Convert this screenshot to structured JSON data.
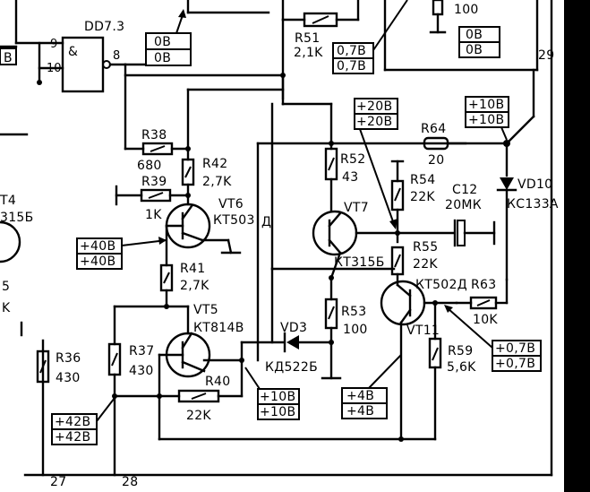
{
  "labels": {
    "dd73": "DD7.3",
    "amp": "&",
    "pin9": "9",
    "pin10": "10",
    "pin8": "8",
    "left_b": "В",
    "r51": "R51",
    "r51_val": "2,1K",
    "r38": "R38",
    "r38_val": "680",
    "r39": "R39",
    "r39_val": "1K",
    "r42": "R42",
    "r42_val": "2,7K",
    "vt6": "VT6",
    "vt6_type": "КТ503",
    "r41": "R41",
    "r41_val": "2,7K",
    "d_label": "Д",
    "r52": "R52",
    "r52_val": "43",
    "vt7": "VT7",
    "vt7_type": "КТ315Б",
    "r54": "R54",
    "r54_val": "22K",
    "c12": "C12",
    "c12_val": "20МК",
    "r64": "R64",
    "r64_val": "20",
    "vd10": "VD10",
    "vd10_type": "КС133А",
    "r55": "R55",
    "r55_val": "22K",
    "vt11_type": "КТ502Д",
    "r63": "R63",
    "r63_val": "10K",
    "vt11": "VT11",
    "r59": "R59",
    "r59_val": "5,6K",
    "r53": "R53",
    "r53_val": "100",
    "vd3": "VD3",
    "vd3_type": "КД522Б",
    "vt5": "VT5",
    "vt5_type": "КТ814В",
    "r40": "R40",
    "r40_val": "22K",
    "r37": "R37",
    "r37_val": "430",
    "r36": "R36",
    "r36_val": "430",
    "t4": "Т4",
    "t4_type": "315Б",
    "left_5": "5",
    "left_k": "K",
    "top_100": "100",
    "n29": "29",
    "n27": "27",
    "n28": "28"
  },
  "voltages": {
    "dd_out_top": "0В",
    "dd_out_bot": "0В",
    "r51_top": "0,7В",
    "r51_bot": "0,7В",
    "top_right_top": "0В",
    "top_right_bot": "0В",
    "vt7_col_top": "+20В",
    "vt7_col_bot": "+20В",
    "r64_right_top": "+10В",
    "r64_right_bot": "+10В",
    "vt6_base_top": "+40В",
    "vt6_base_bot": "+40В",
    "vt11_base_top": "+0,7В",
    "vt11_base_bot": "+0,7В",
    "vt5_col_top": "+10В",
    "vt5_col_bot": "+10В",
    "vt7_em_top": "+4В",
    "vt7_em_bot": "+4В",
    "r37_top": "+42В",
    "r37_bot": "+42В"
  }
}
